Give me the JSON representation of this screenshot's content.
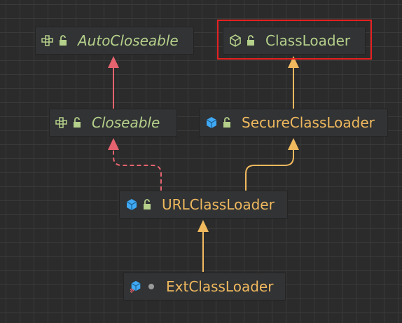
{
  "diagram": {
    "nodes": {
      "autocloseable": {
        "label": "AutoCloseable",
        "kind": "interface"
      },
      "classloader": {
        "label": "ClassLoader",
        "kind": "abstract-class"
      },
      "closeable": {
        "label": "Closeable",
        "kind": "interface"
      },
      "secureclassloader": {
        "label": "SecureClassLoader",
        "kind": "class"
      },
      "urlclassloader": {
        "label": "URLClassLoader",
        "kind": "class"
      },
      "extclassloader": {
        "label": "ExtClassLoader",
        "kind": "class"
      }
    },
    "edges": [
      {
        "from": "Closeable",
        "to": "AutoCloseable",
        "type": "extends"
      },
      {
        "from": "SecureClassLoader",
        "to": "ClassLoader",
        "type": "extends"
      },
      {
        "from": "URLClassLoader",
        "to": "Closeable",
        "type": "implements"
      },
      {
        "from": "URLClassLoader",
        "to": "SecureClassLoader",
        "type": "extends"
      },
      {
        "from": "ExtClassLoader",
        "to": "URLClassLoader",
        "type": "extends"
      }
    ],
    "highlighted_node": "ClassLoader",
    "colors": {
      "background": "#2b2b2b",
      "grid": "#3a3a3a",
      "node_bg": "#313335",
      "interface_text": "#b5d08a",
      "class_text_green": "#b5d08a",
      "class_text_orange": "#f0b95e",
      "extends_interface_edge": "#e4636f",
      "extends_class_edge": "#f0b95e",
      "highlight_border": "#e62020",
      "class_icon": "#3fa9f5"
    }
  }
}
